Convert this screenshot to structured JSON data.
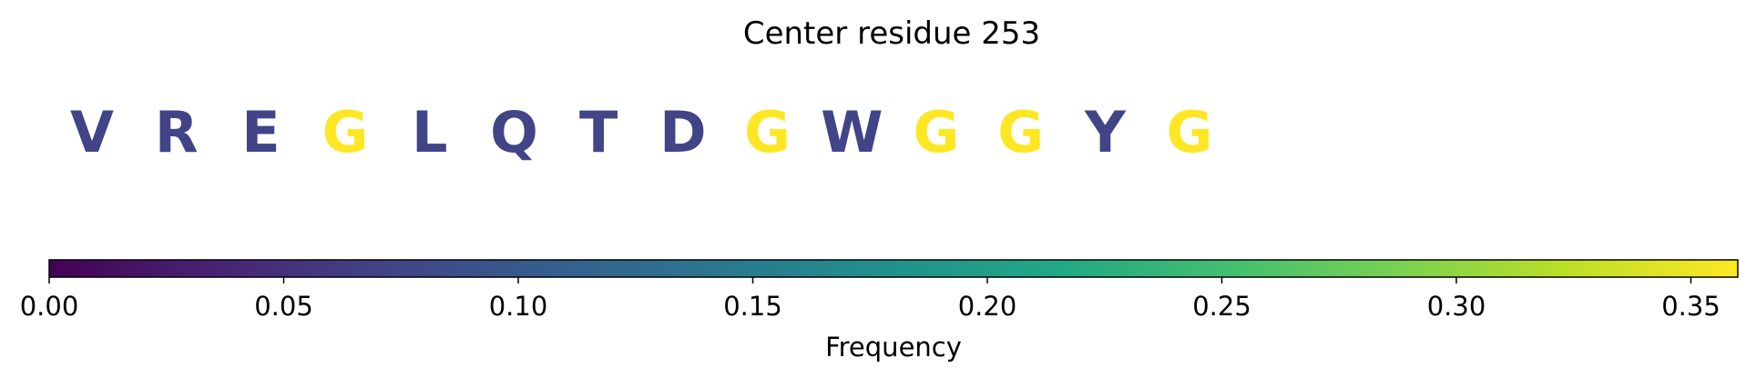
{
  "chart_data": {
    "type": "heatmap",
    "title": "Center residue 253",
    "residues": [
      "V",
      "R",
      "E",
      "G",
      "L",
      "Q",
      "T",
      "D",
      "G",
      "W",
      "G",
      "G",
      "Y",
      "G"
    ],
    "frequencies": [
      0.06,
      0.06,
      0.06,
      0.36,
      0.06,
      0.06,
      0.06,
      0.06,
      0.36,
      0.06,
      0.36,
      0.36,
      0.06,
      0.36
    ],
    "colorbar": {
      "label": "Frequency",
      "colormap": "viridis",
      "range": [
        0.0,
        0.36
      ],
      "ticks": [
        0.0,
        0.05,
        0.1,
        0.15,
        0.2,
        0.25,
        0.3,
        0.35
      ],
      "tick_labels": [
        "0.00",
        "0.05",
        "0.10",
        "0.15",
        "0.20",
        "0.25",
        "0.30",
        "0.35"
      ],
      "orientation": "horizontal"
    },
    "colors": {
      "low_frequency": "#414487",
      "high_frequency": "#fde725"
    }
  }
}
